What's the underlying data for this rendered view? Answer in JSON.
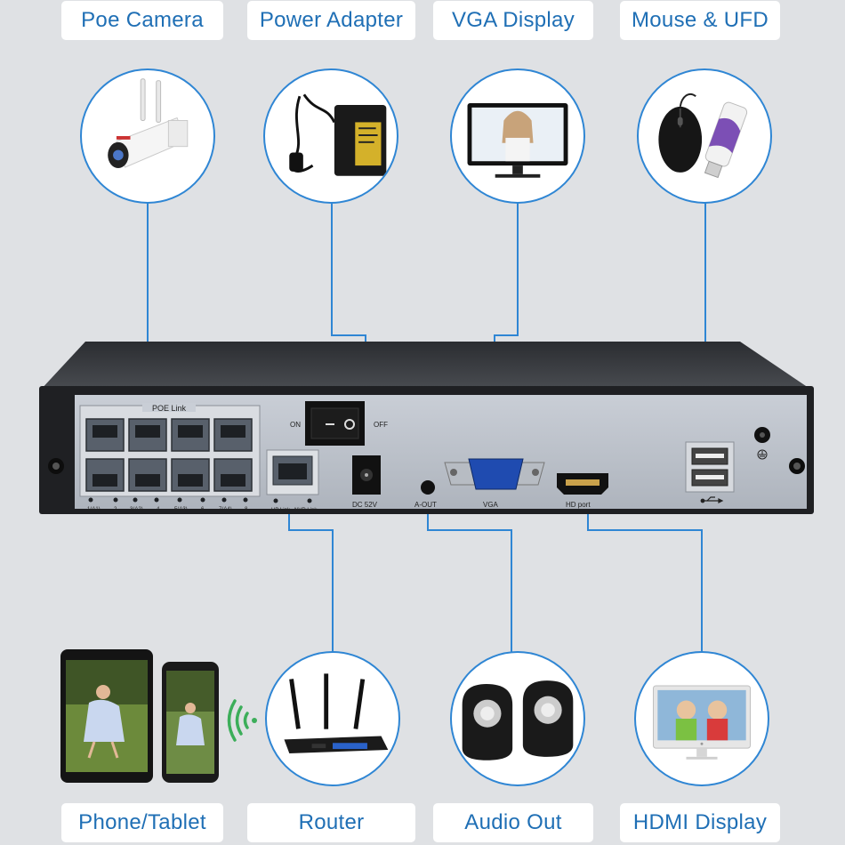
{
  "top_labels": [
    "Poe Camera",
    "Power Adapter",
    "VGA Display",
    "Mouse & UFD"
  ],
  "bottom_labels": [
    "Phone/Tablet",
    "Router",
    "Audio Out",
    "HDMI Display"
  ],
  "nvr": {
    "poe_title": "POE Link",
    "switch_on": "ON",
    "switch_off": "OFF",
    "dc_label": "DC  52V",
    "aout_label": "A-OUT",
    "vga_label": "VGA",
    "hdmi_label": "HD port",
    "uplink_label": "UP Link",
    "nvrlink_label": "NVR Link",
    "port_numbers": [
      "1(A1)",
      "2",
      "3(A2)",
      "4",
      "5(A3)",
      "6",
      "7(A4)",
      "8"
    ]
  },
  "colors": {
    "accent": "#1f6fb5",
    "line": "#2f86d4",
    "background": "#dfe1e4"
  },
  "icons": [
    "poe-camera-icon",
    "power-adapter-icon",
    "vga-display-icon",
    "mouse-ufd-icon",
    "router-icon",
    "speakers-icon",
    "hdmi-monitor-icon",
    "tablet-icon",
    "phone-icon",
    "wifi-icon",
    "usb-icon",
    "ground-icon"
  ]
}
